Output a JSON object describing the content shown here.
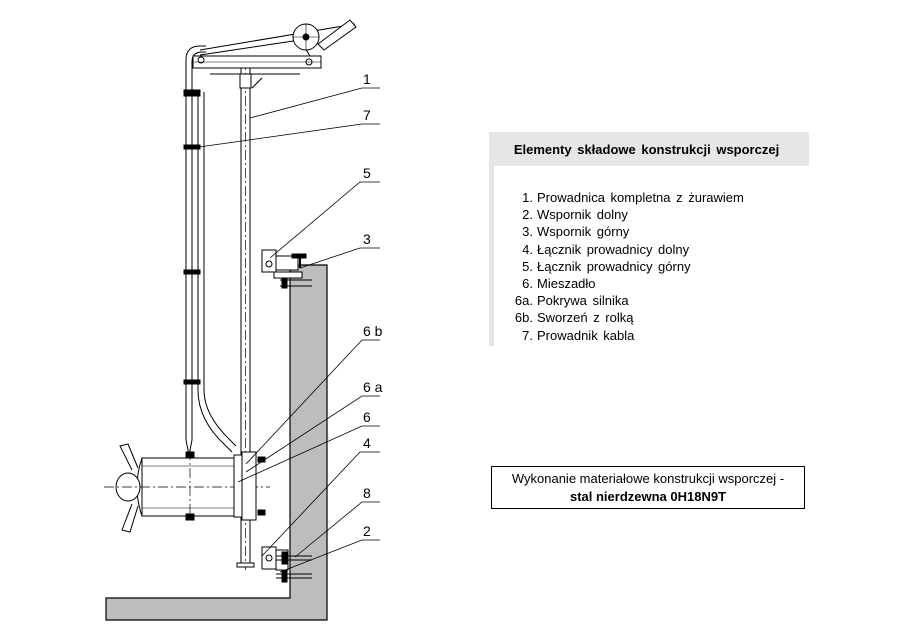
{
  "diagram": {
    "callouts": {
      "c1": "1",
      "c7": "7",
      "c5": "5",
      "c3": "3",
      "c6b": "6 b",
      "c6a": "6 a",
      "c6": "6",
      "c4": "4",
      "c8": "8",
      "c2": "2"
    }
  },
  "legend": {
    "title": "Elementy składowe konstrukcji wsporczej",
    "items": [
      {
        "num": "1.",
        "label": "Prowadnica kompletna z żurawiem"
      },
      {
        "num": "2.",
        "label": "Wspornik dolny"
      },
      {
        "num": "3.",
        "label": "Wspornik górny"
      },
      {
        "num": "4.",
        "label": "Łącznik prowadnicy dolny"
      },
      {
        "num": "5.",
        "label": "Łącznik prowadnicy górny"
      },
      {
        "num": "6.",
        "label": "Mieszadło"
      },
      {
        "num": "6a.",
        "label": "Pokrywa silnika"
      },
      {
        "num": "6b.",
        "label": "Sworzeń z rolką"
      },
      {
        "num": "7.",
        "label": "Prowadnik kabla"
      }
    ]
  },
  "material": {
    "line1": "Wykonanie materiałowe konstrukcji wsporczej -",
    "line2": "stal nierdzewna 0H18N9T"
  }
}
